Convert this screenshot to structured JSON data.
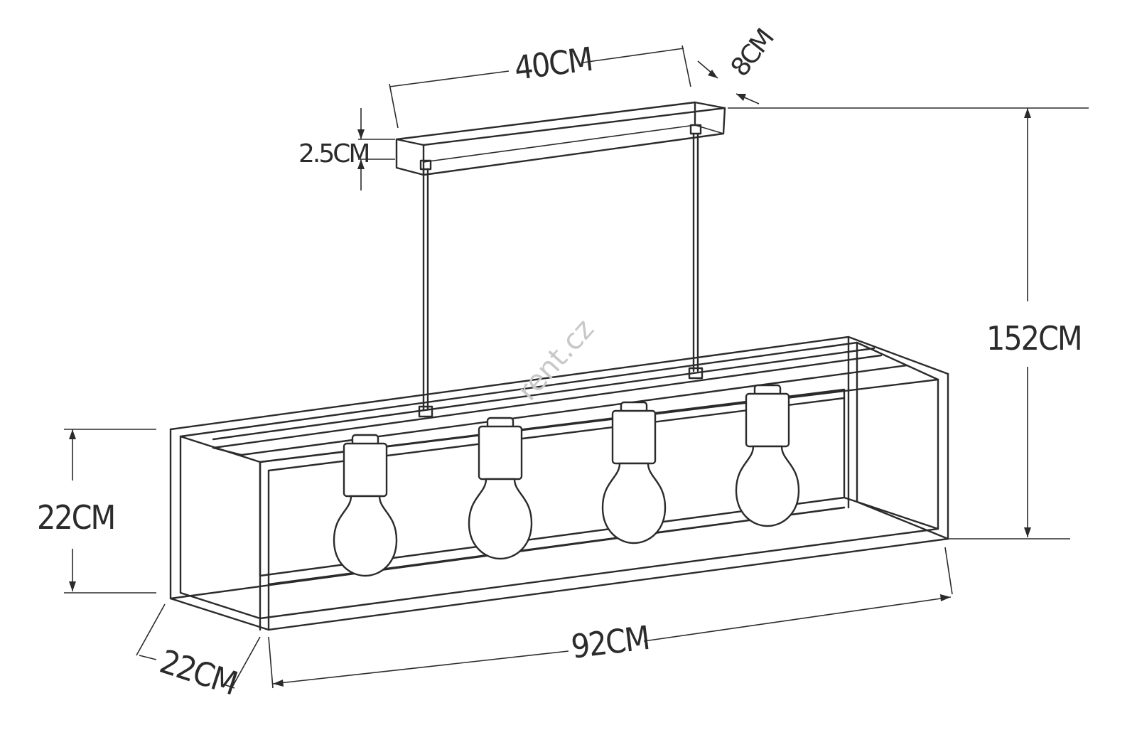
{
  "dimensions": {
    "canopy_length": "40CM",
    "canopy_depth": "8CM",
    "canopy_height": "2.5CM",
    "drop_height": "152CM",
    "frame_height": "22CM",
    "frame_length": "92CM",
    "frame_depth": "22CM"
  },
  "watermark": "rent.cz",
  "bulb_count": 4,
  "colors": {
    "line": "#2b2b2b",
    "background": "#ffffff",
    "watermark": "#c8c8c8"
  }
}
